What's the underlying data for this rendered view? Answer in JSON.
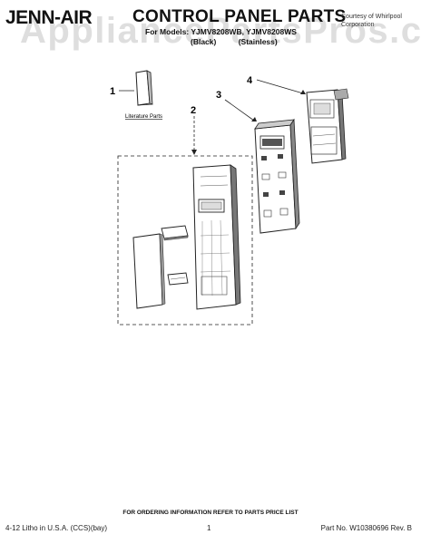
{
  "header": {
    "brand": "JENN-AIR",
    "title": "CONTROL PANEL PARTS",
    "subtitle": "For Models: YJMV8208WB, YJMV8208WS",
    "variants": [
      "(Black)",
      "(Stainless)"
    ],
    "copyright": "Courtesy of Whirlpool Corporation"
  },
  "watermark": "AppliancePartsPros.com",
  "callouts": [
    "1",
    "2",
    "3",
    "4"
  ],
  "labels": {
    "literature_parts": "Literature Parts"
  },
  "footer": {
    "ordering_note": "FOR ORDERING INFORMATION REFER TO PARTS PRICE LIST",
    "litho": "4-12 Litho in U.S.A. (CCS)(bay)",
    "page": "1",
    "part_no": "Part No. W10380696 Rev. B"
  }
}
